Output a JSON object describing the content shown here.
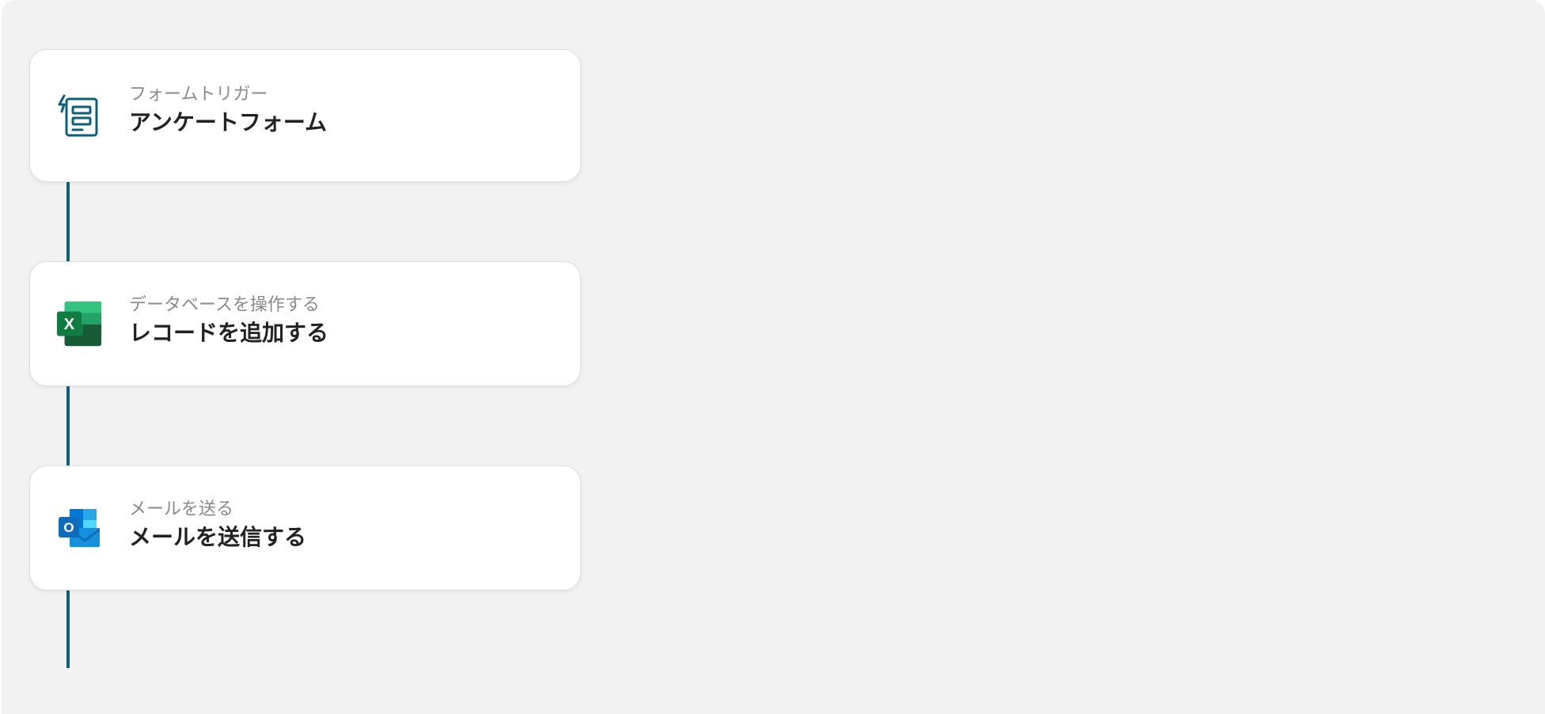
{
  "steps": [
    {
      "category": "フォームトリガー",
      "title": "アンケートフォーム",
      "icon": "form-trigger-icon",
      "color": "#0e5f7c"
    },
    {
      "category": "データベースを操作する",
      "title": "レコードを追加する",
      "icon": "excel-icon",
      "color": "#1f7a46"
    },
    {
      "category": "メールを送る",
      "title": "メールを送信する",
      "icon": "outlook-icon",
      "color": "#0f6cbd"
    }
  ],
  "icon_text": {
    "excel": "X",
    "outlook": "O"
  },
  "colors": {
    "background": "#f2f2f2",
    "connector": "#0e5f7c",
    "card": "#ffffff",
    "subtitle": "#8a8a8a",
    "title": "#222222"
  }
}
